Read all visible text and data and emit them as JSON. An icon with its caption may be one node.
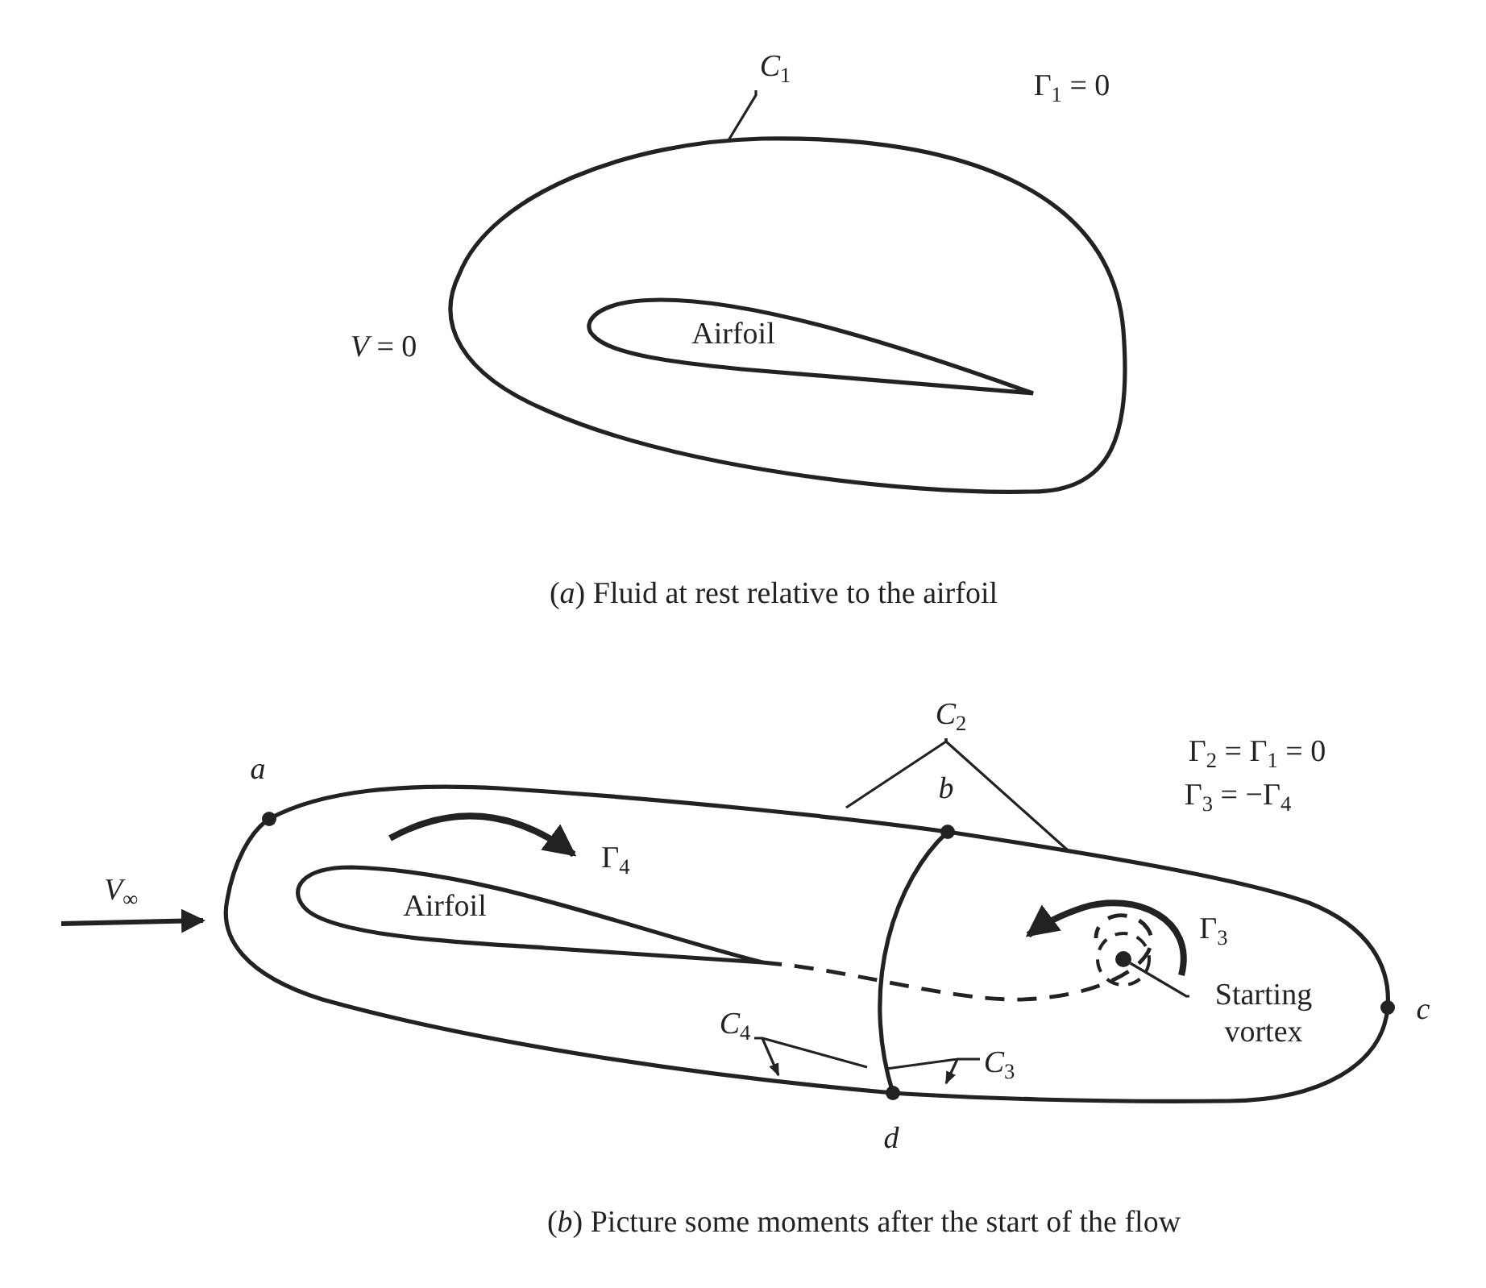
{
  "diagram": {
    "nodes": [
      {
        "text": [],
        "shape": "loop"
      },
      {
        "text": [
          "Airfoil"
        ],
        "in": 0
      },
      {
        "text": [
          "*C*$_{1}$"
        ]
      },
      {
        "text": [],
        "shape": "loop"
      },
      {
        "text": [
          "Airfoil"
        ],
        "in": 3
      },
      {
        "text": [
          "*C*$_{2}$"
        ]
      },
      {
        "text": [
          "*C*$_{4}$"
        ],
        "in": 3
      },
      {
        "text": [
          "*C*$_{3}$"
        ],
        "in": 3
      },
      {
        "text": [
          "Starting vortex"
        ],
        "in": 3
      },
      {
        "text": [],
        "shape": "circle",
        "in": 3
      }
    ],
    "edges": [
      {
        "from": 2,
        "to": 0,
        "arrow": "none"
      },
      {
        "from": 5,
        "to": 3,
        "arrow": "none"
      },
      {
        "from": 5,
        "to": 3,
        "arrow": "none"
      },
      {
        "from": 6,
        "to": 3,
        "arrow": "to"
      },
      {
        "from": 7,
        "to": 3,
        "arrow": "to"
      },
      {
        "from": 8,
        "to": 9,
        "arrow": "none"
      }
    ],
    "labels": [
      "Γ$_{1}$ = 0",
      "*V* = 0",
      "(*a*) Fluid at rest relative to the airfoil",
      "Γ$_{2}$ = Γ$_{1}$ = 0",
      "a",
      "b",
      "Γ$_{3}$ = −Γ$_{4}$",
      "Γ$_{4}$",
      "*V*$_{∞}$",
      "Γ$_{3}$",
      "c",
      "d",
      "(*b*) Picture some moments after the start of the flow"
    ]
  }
}
